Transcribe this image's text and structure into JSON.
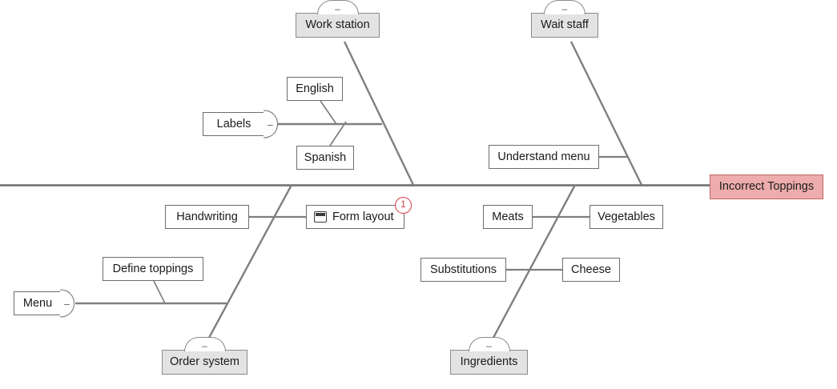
{
  "diagram": {
    "type": "fishbone",
    "head": {
      "label": "Incorrect Toppings",
      "fill": "#eeacac",
      "border": "#c06767"
    },
    "spine_color": "#6d6d6d",
    "category_fill": "#e3e3e3",
    "collapse_symbol": "–",
    "categories": [
      {
        "name": "work-station",
        "label": "Work station",
        "side": "top",
        "causes": [
          {
            "name": "labels",
            "label": "Labels",
            "collapse": "–"
          },
          {
            "name": "english",
            "label": "English"
          },
          {
            "name": "spanish",
            "label": "Spanish"
          }
        ]
      },
      {
        "name": "wait-staff",
        "label": "Wait staff",
        "side": "top",
        "causes": [
          {
            "name": "understand-menu",
            "label": "Understand menu"
          }
        ]
      },
      {
        "name": "order-system",
        "label": "Order system",
        "side": "bottom",
        "causes": [
          {
            "name": "handwriting",
            "label": "Handwriting"
          },
          {
            "name": "form-layout",
            "label": "Form layout",
            "icon": "note-icon",
            "badge": "1"
          },
          {
            "name": "define-toppings",
            "label": "Define toppings"
          },
          {
            "name": "menu",
            "label": "Menu",
            "collapse": "–"
          }
        ]
      },
      {
        "name": "ingredients",
        "label": "Ingredients",
        "side": "bottom",
        "causes": [
          {
            "name": "meats",
            "label": "Meats"
          },
          {
            "name": "vegetables",
            "label": "Vegetables"
          },
          {
            "name": "substitutions",
            "label": "Substitutions"
          },
          {
            "name": "cheese",
            "label": "Cheese"
          }
        ]
      }
    ]
  }
}
